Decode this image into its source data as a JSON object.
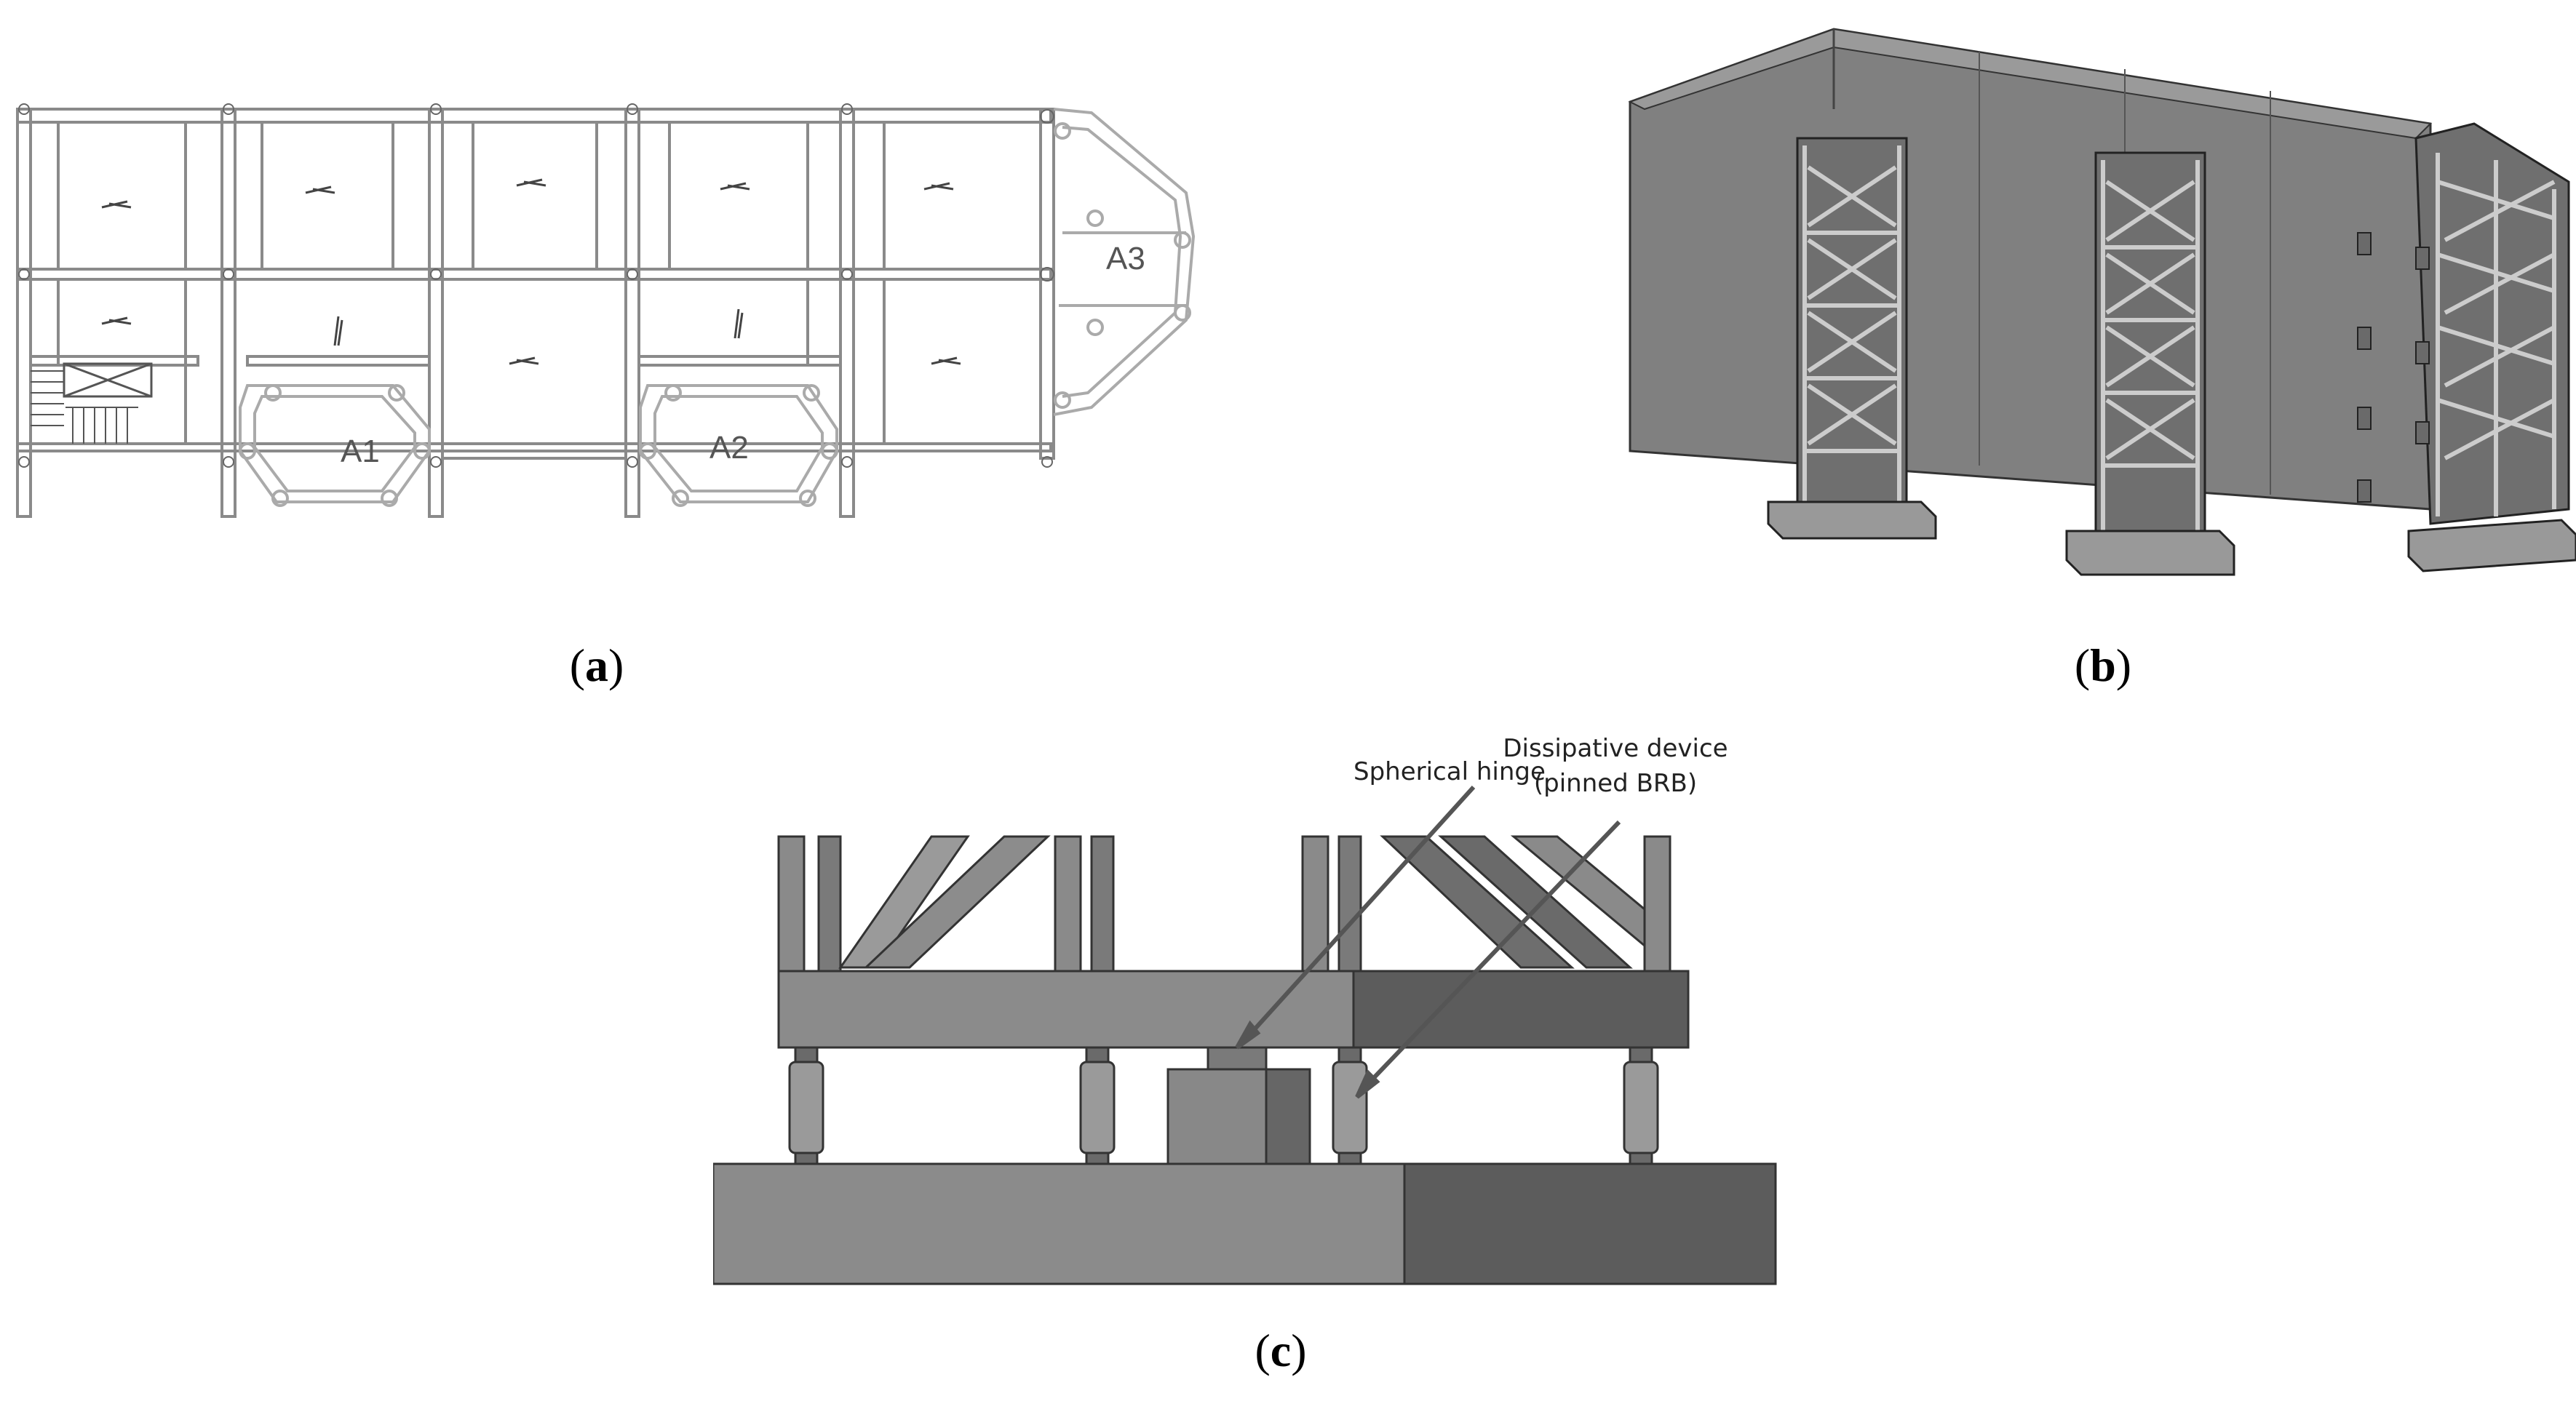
{
  "panels": {
    "a": {
      "caption_open": "(",
      "caption_letter": "a",
      "caption_close": ")",
      "areas": [
        "A1",
        "A2",
        "A3"
      ]
    },
    "b": {
      "caption_open": "(",
      "caption_letter": "b",
      "caption_close": ")"
    },
    "c": {
      "caption_open": "(",
      "caption_letter": "c",
      "caption_close": ")",
      "annotations": {
        "hinge": "Spherical hinge",
        "device_line1": "Dissipative device",
        "device_line2": "(pinned BRB)"
      }
    }
  },
  "colors": {
    "plan_line": "#8a8a8a",
    "model_face": "#808080",
    "model_dark": "#5a5a5a",
    "model_light": "#9a9a9a"
  }
}
